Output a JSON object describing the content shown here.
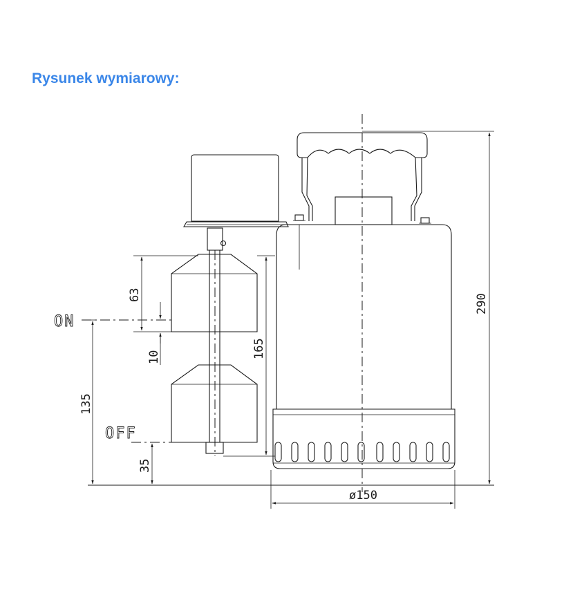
{
  "header": {
    "title": "Rysunek wymiarowy:"
  },
  "drawing": {
    "labels": {
      "on": "ON",
      "off": "OFF"
    },
    "dimensions": {
      "total_height": "290",
      "float_height": "63",
      "hysteresis": "10",
      "switch_range": "165",
      "on_level": "135",
      "off_level": "35",
      "diameter": "ø150"
    }
  }
}
